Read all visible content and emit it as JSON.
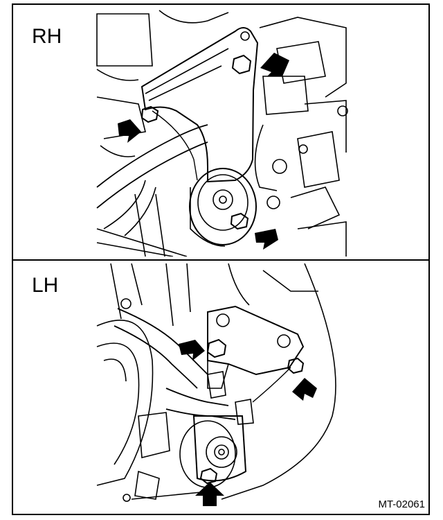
{
  "figure": {
    "code": "MT-02061"
  },
  "panels": [
    {
      "id": "rh",
      "label": "RH",
      "arrow_count": 3
    },
    {
      "id": "lh",
      "label": "LH",
      "arrow_count": 3
    }
  ],
  "colors": {
    "line": "#000000",
    "background": "#ffffff"
  }
}
